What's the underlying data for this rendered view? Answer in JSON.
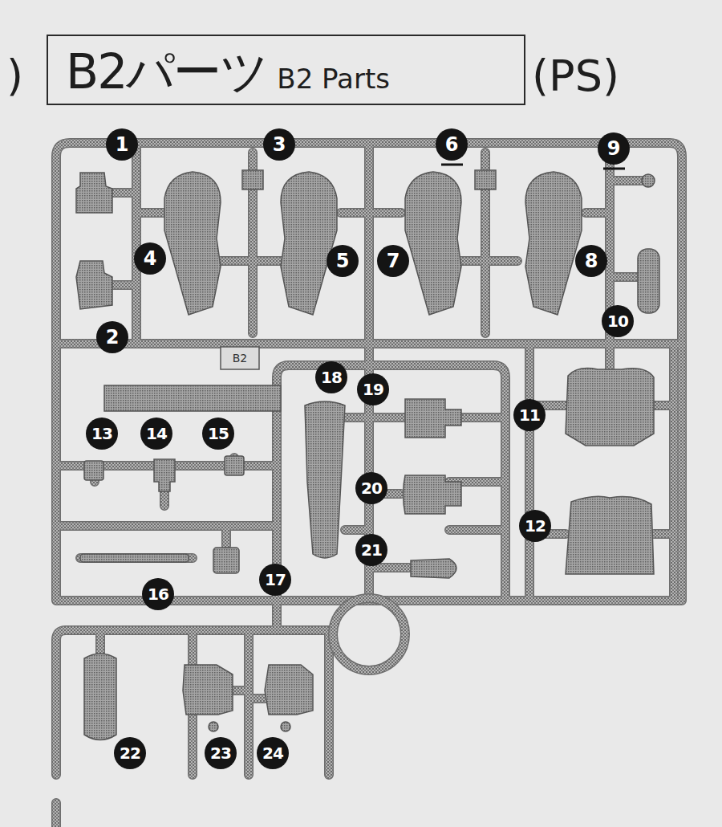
{
  "diagram": {
    "nodes": [
      {
        "text": [
          "B2パーツ",
          "B2 Parts"
        ]
      }
    ],
    "labels": [
      ")",
      "(PS)",
      "1",
      "3",
      "6",
      "9",
      "4",
      "5",
      "7",
      "8",
      "2",
      "10",
      "B2",
      "18",
      "19",
      "11",
      "13",
      "14",
      "15",
      "20",
      "12",
      "21",
      "16",
      "17",
      "22",
      "23",
      "24"
    ]
  }
}
